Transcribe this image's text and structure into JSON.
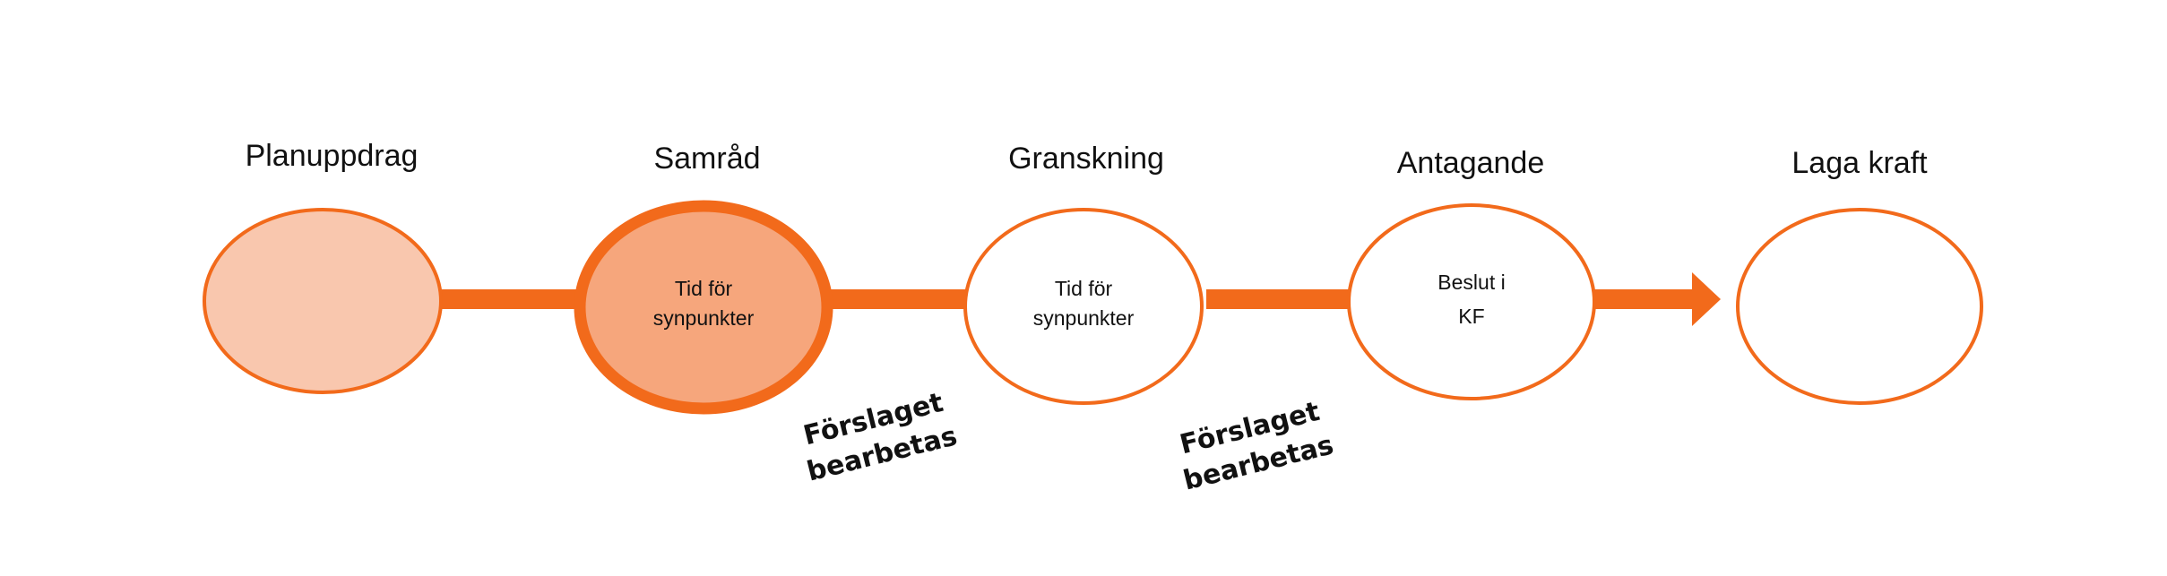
{
  "colors": {
    "accent": "#F26A1B",
    "connector": "#F26A1B",
    "fill_light": "#F9C7AE",
    "fill_medium": "#F6A67C",
    "fill_none": "#FFFFFF",
    "text": "#111111"
  },
  "stages": [
    {
      "title": "Planuppdrag",
      "lines": []
    },
    {
      "title": "Samråd",
      "lines": [
        "Tid för",
        "synpunkter"
      ]
    },
    {
      "title": "Granskning",
      "lines": [
        "Tid för",
        "synpunkter"
      ]
    },
    {
      "title": "Antagande",
      "lines": [
        "Beslut i",
        "KF"
      ]
    },
    {
      "title": "Laga kraft",
      "lines": []
    }
  ],
  "notes": [
    {
      "lines": [
        "Förslaget",
        "bearbetas"
      ]
    },
    {
      "lines": [
        "Förslaget",
        "bearbetas"
      ]
    }
  ]
}
